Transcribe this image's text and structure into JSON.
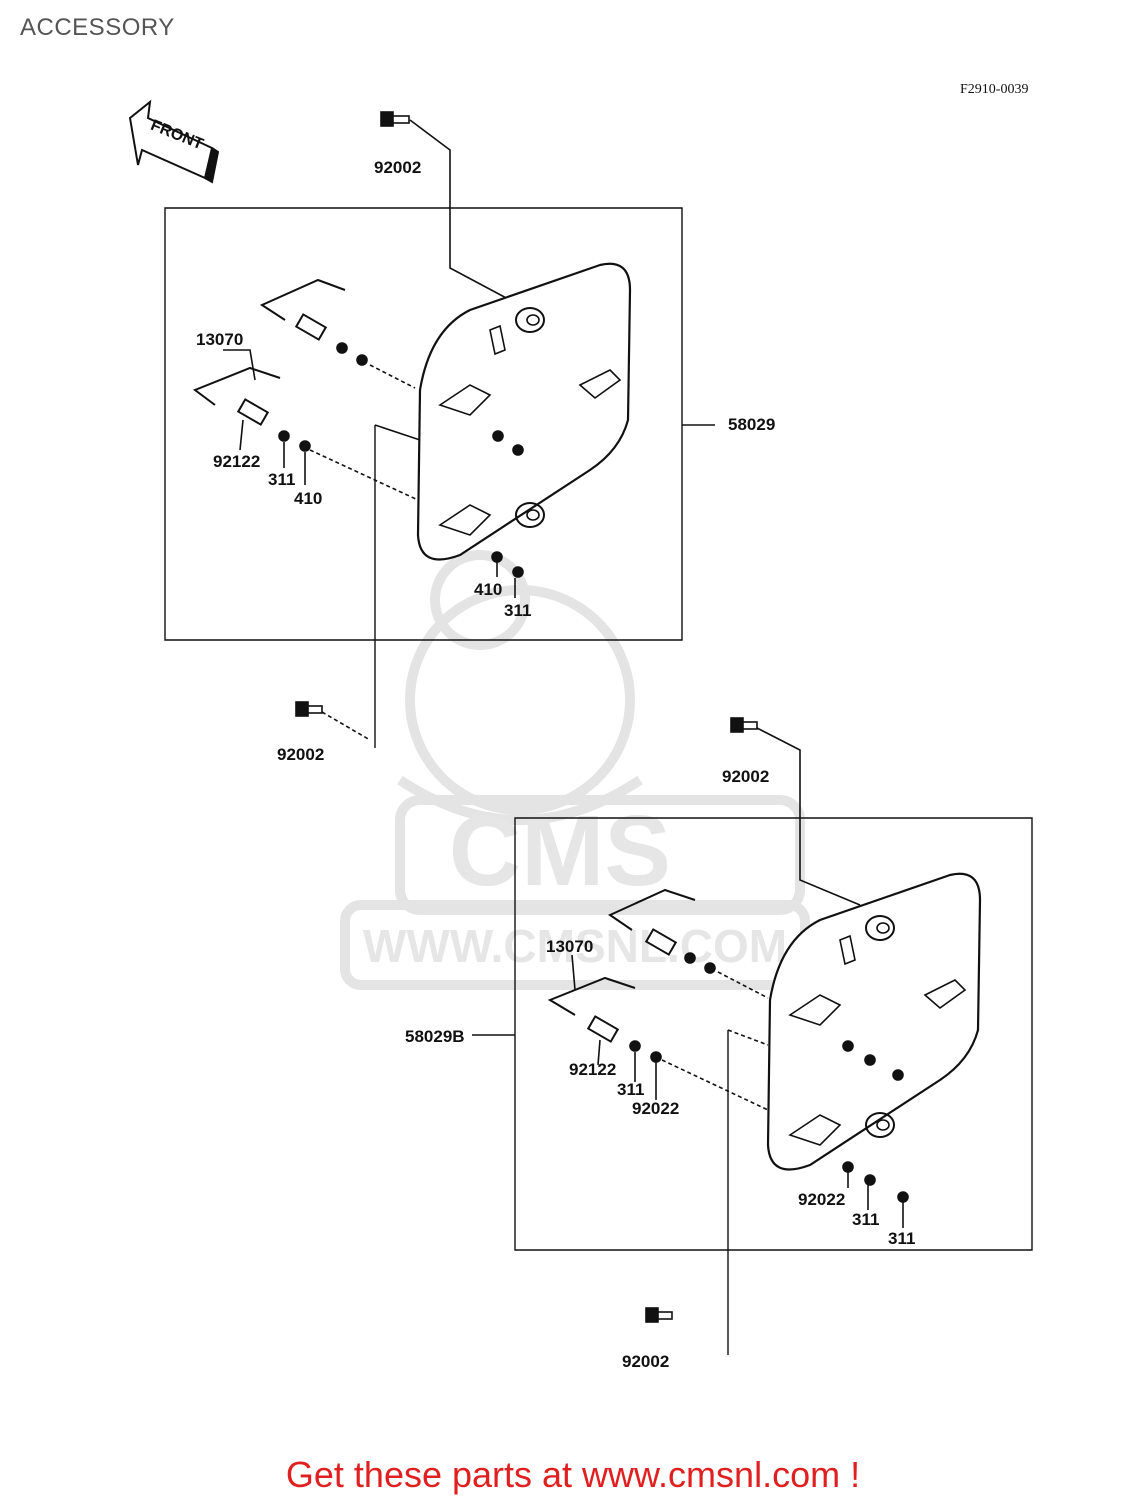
{
  "header": {
    "title": "ACCESSORY",
    "figure_code": "F2910-0039"
  },
  "front_arrow": {
    "label": "FRONT",
    "icon": "front-arrow-icon"
  },
  "watermark": {
    "brand": "CMS",
    "url": "WWW.CMSNL.COM"
  },
  "upper_assembly": {
    "labels": {
      "bolt_top": "92002",
      "rod": "13070",
      "collar": "92122",
      "washer": "311",
      "nut": "410",
      "bracket": "58029",
      "nut_lower": "410",
      "washer_lower": "311",
      "bolt_bottom": "92002"
    }
  },
  "lower_assembly": {
    "labels": {
      "bolt_top": "92002",
      "rod": "13070",
      "bracket": "58029B",
      "collar": "92122",
      "washer": "311",
      "nut": "92022",
      "nut_lower": "92022",
      "washer_lower": "311",
      "washer_lower2": "311",
      "bolt_bottom": "92002"
    }
  },
  "footer": {
    "cta": "Get these parts at www.cmsnl.com !"
  },
  "colors": {
    "cta": "#e02020",
    "line": "#111111",
    "watermark": "#e6e6e6"
  }
}
